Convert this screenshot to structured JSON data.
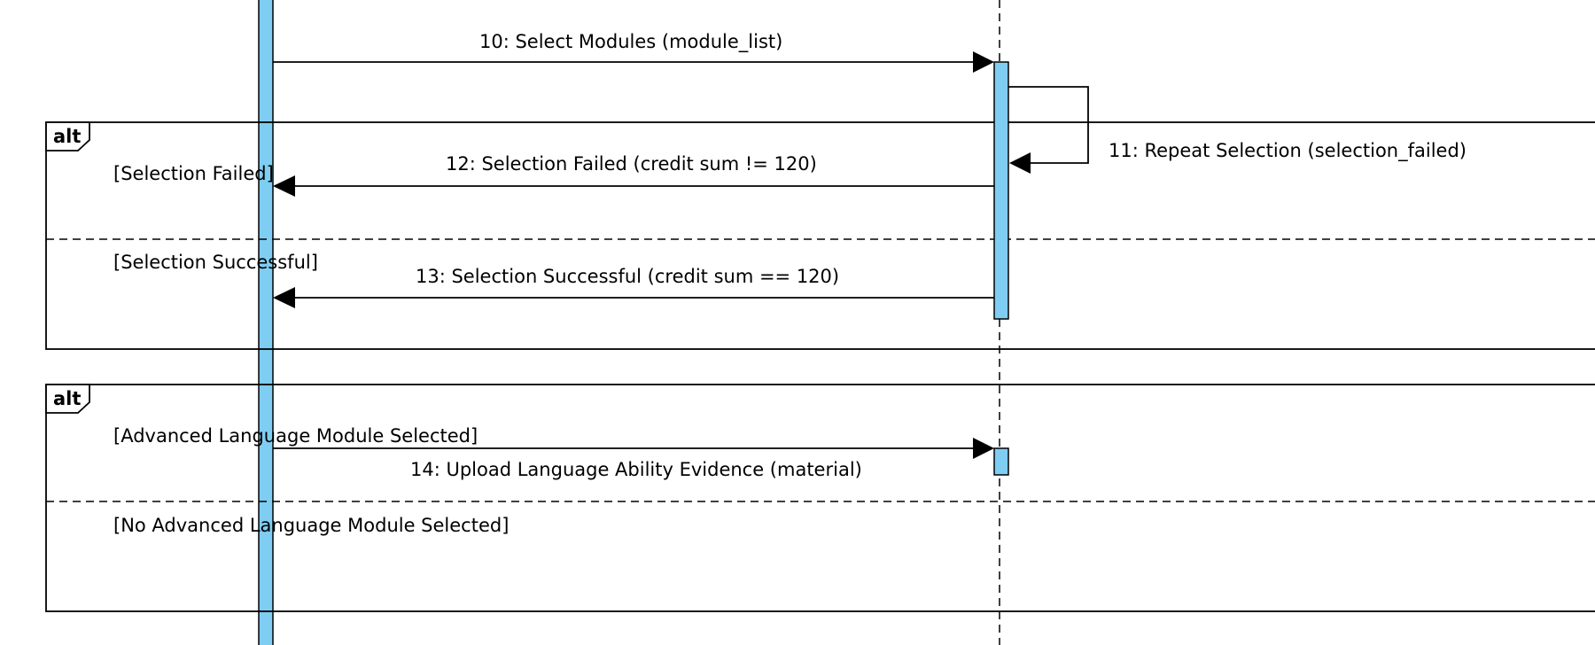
{
  "colors": {
    "activation_fill": "#7fcdf2",
    "line": "#000000",
    "background": "#ffffff"
  },
  "fragments": [
    {
      "operator": "alt",
      "guards": [
        "[Selection Failed]",
        "[Selection Successful]"
      ]
    },
    {
      "operator": "alt",
      "guards": [
        "[Advanced Language Module Selected]",
        "[No Advanced Language Module Selected]"
      ]
    }
  ],
  "messages": [
    {
      "label": "10: Select Modules (module_list)"
    },
    {
      "label": "11: Repeat Selection (selection_failed)"
    },
    {
      "label": "12: Selection Failed (credit sum != 120)"
    },
    {
      "label": "13: Selection Successful (credit sum == 120)"
    },
    {
      "label": "14: Upload Language Ability Evidence (material)"
    }
  ]
}
